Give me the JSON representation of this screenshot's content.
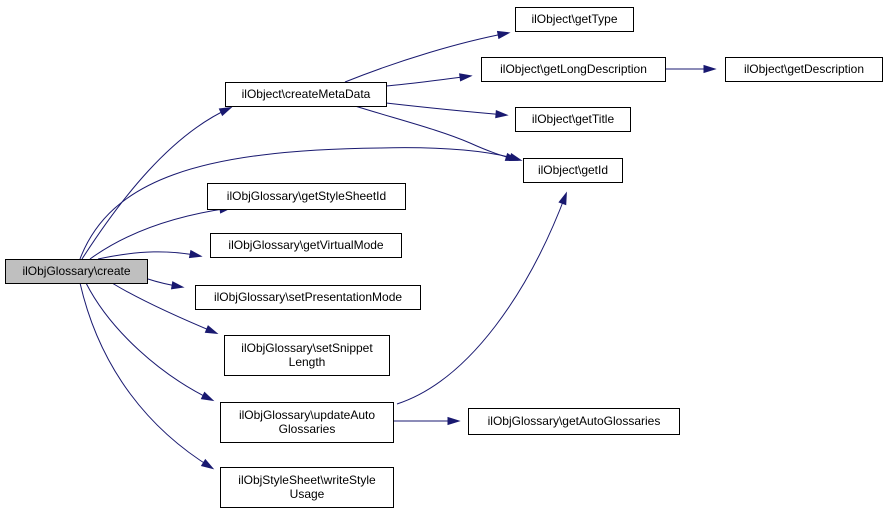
{
  "nodes": {
    "create": {
      "lines": [
        "ilObjGlossary\\create"
      ]
    },
    "createMetaData": {
      "lines": [
        "ilObject\\createMetaData"
      ]
    },
    "getType": {
      "lines": [
        "ilObject\\getType"
      ]
    },
    "getLongDescription": {
      "lines": [
        "ilObject\\getLongDescription"
      ]
    },
    "getDescription": {
      "lines": [
        "ilObject\\getDescription"
      ]
    },
    "getTitle": {
      "lines": [
        "ilObject\\getTitle"
      ]
    },
    "getId": {
      "lines": [
        "ilObject\\getId"
      ]
    },
    "getStyleSheetId": {
      "lines": [
        "ilObjGlossary\\getStyleSheetId"
      ]
    },
    "getVirtualMode": {
      "lines": [
        "ilObjGlossary\\getVirtualMode"
      ]
    },
    "setPresentationMode": {
      "lines": [
        "ilObjGlossary\\setPresentationMode"
      ]
    },
    "setSnippetLength": {
      "lines": [
        "ilObjGlossary\\setSnippet",
        "Length"
      ]
    },
    "updateAutoGlossaries": {
      "lines": [
        "ilObjGlossary\\updateAuto",
        "Glossaries"
      ]
    },
    "getAutoGlossaries": {
      "lines": [
        "ilObjGlossary\\getAutoGlossaries"
      ]
    },
    "writeStyleUsage": {
      "lines": [
        "ilObjStyleSheet\\writeStyle",
        "Usage"
      ]
    }
  },
  "edges": [
    [
      "create",
      "createMetaData"
    ],
    [
      "create",
      "getId"
    ],
    [
      "create",
      "getStyleSheetId"
    ],
    [
      "create",
      "getVirtualMode"
    ],
    [
      "create",
      "setPresentationMode"
    ],
    [
      "create",
      "setSnippetLength"
    ],
    [
      "create",
      "updateAutoGlossaries"
    ],
    [
      "create",
      "writeStyleUsage"
    ],
    [
      "createMetaData",
      "getType"
    ],
    [
      "createMetaData",
      "getLongDescription"
    ],
    [
      "createMetaData",
      "getTitle"
    ],
    [
      "createMetaData",
      "getId"
    ],
    [
      "getLongDescription",
      "getDescription"
    ],
    [
      "updateAutoGlossaries",
      "getId"
    ],
    [
      "updateAutoGlossaries",
      "getAutoGlossaries"
    ]
  ],
  "colors": {
    "edge": "#191970",
    "root_fill": "#bfbfbf",
    "node_fill": "#ffffff",
    "border": "#000000"
  }
}
